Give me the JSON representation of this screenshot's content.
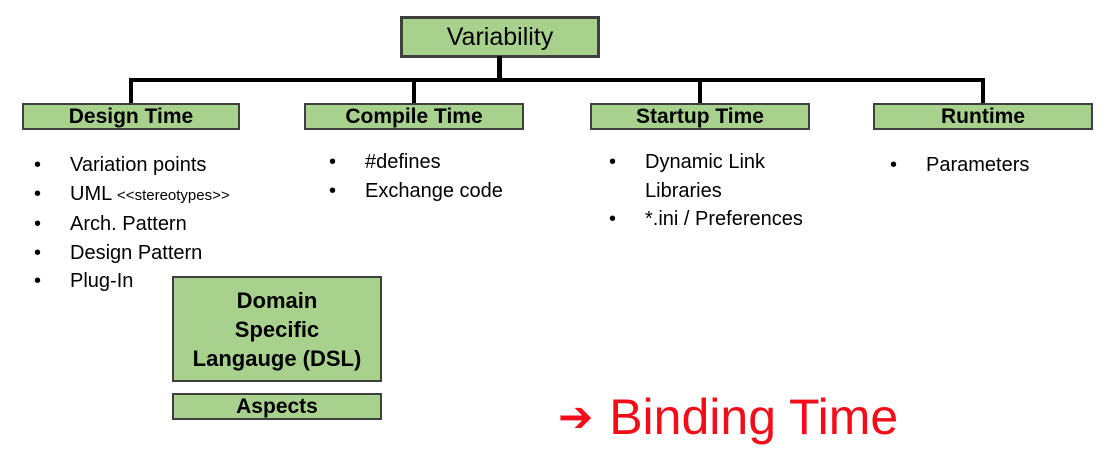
{
  "colors": {
    "box_fill": "#a9d18e",
    "box_border": "#3f3f3f",
    "connector": "#000000",
    "annotation": "#f20d19"
  },
  "root_box": {
    "label": "Variability"
  },
  "columns": [
    {
      "header": "Design Time",
      "items": [
        {
          "text": "Variation points",
          "small": ""
        },
        {
          "text": "UML",
          "small": "<<stereotypes>>"
        },
        {
          "text": "Arch. Pattern",
          "small": ""
        },
        {
          "text": "Design Pattern",
          "small": ""
        },
        {
          "text": "Plug-In",
          "small": ""
        }
      ]
    },
    {
      "header": "Compile Time",
      "items": [
        "#defines",
        "Exchange code"
      ]
    },
    {
      "header": "Startup Time",
      "items": [
        "Dynamic Link\nLibraries",
        "*.ini / Preferences"
      ]
    },
    {
      "header": "Runtime",
      "items": [
        "Parameters"
      ]
    }
  ],
  "sub_boxes": [
    {
      "label": "Domain\nSpecific\nLangauge (DSL)"
    },
    {
      "label": "Aspects"
    }
  ],
  "annotation": {
    "arrow_icon": "➔",
    "label": "Binding Time"
  }
}
